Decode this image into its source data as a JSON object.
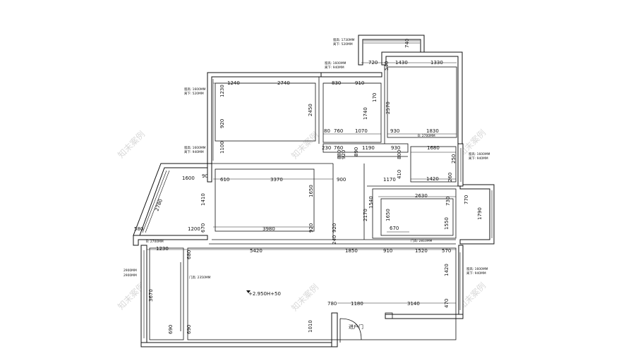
{
  "watermark": {
    "text": "知末案例"
  },
  "elevation": {
    "text": "+2.950H+50"
  },
  "entrance": {
    "label": "进户门"
  },
  "window_notes": [
    {
      "l1": "窗高: 1730MM",
      "l2": "离下: 520MM"
    },
    {
      "l1": "窗高: 1600MM",
      "l2": "离下: 940MM"
    },
    {
      "l1": "窗高: 1600MM",
      "l2": "离下: 520MM"
    },
    {
      "l1": "窗高: 1600MM",
      "l2": "离下: 940MM"
    },
    {
      "l1": "窗高: 1600MM",
      "l2": "离下: 940MM"
    },
    {
      "l1": "窗高: 1600MM",
      "l2": "离下: 940MM"
    },
    {
      "l1": "B: 2700MM",
      "l2": ""
    },
    {
      "l1": "B: 2700MM",
      "l2": ""
    },
    {
      "l1": "2900MM",
      "l2": "2900MM"
    }
  ],
  "door_notes": [
    {
      "text": "门高: 2350MM"
    },
    {
      "text": "门高: 2810MM"
    }
  ],
  "dims": [
    {
      "t": "740"
    },
    {
      "t": "720"
    },
    {
      "t": "1430"
    },
    {
      "t": "1330"
    },
    {
      "t": "540"
    },
    {
      "t": "1240"
    },
    {
      "t": "2740"
    },
    {
      "t": "830"
    },
    {
      "t": "910"
    },
    {
      "t": "1230"
    },
    {
      "t": "2450"
    },
    {
      "t": "2570"
    },
    {
      "t": "170"
    },
    {
      "t": "1740"
    },
    {
      "t": "920"
    },
    {
      "t": "80"
    },
    {
      "t": "760"
    },
    {
      "t": "1070"
    },
    {
      "t": "930"
    },
    {
      "t": "1830"
    },
    {
      "t": "1100"
    },
    {
      "t": "230"
    },
    {
      "t": "760"
    },
    {
      "t": "1190"
    },
    {
      "t": "930"
    },
    {
      "t": "1680"
    },
    {
      "t": "890"
    },
    {
      "t": "880"
    },
    {
      "t": "920"
    },
    {
      "t": "800"
    },
    {
      "t": "250"
    },
    {
      "t": "260"
    },
    {
      "t": "1600"
    },
    {
      "t": "90"
    },
    {
      "t": "610"
    },
    {
      "t": "3370"
    },
    {
      "t": "900"
    },
    {
      "t": "410"
    },
    {
      "t": "1420"
    },
    {
      "t": "1170"
    },
    {
      "t": "2780"
    },
    {
      "t": "1410"
    },
    {
      "t": "1650"
    },
    {
      "t": "1540"
    },
    {
      "t": "2630"
    },
    {
      "t": "730"
    },
    {
      "t": "770"
    },
    {
      "t": "1790"
    },
    {
      "t": "2170"
    },
    {
      "t": "1650"
    },
    {
      "t": "1550"
    },
    {
      "t": "670"
    },
    {
      "t": "1200"
    },
    {
      "t": "3980"
    },
    {
      "t": "920"
    },
    {
      "t": "920"
    },
    {
      "t": "670"
    },
    {
      "t": "580"
    },
    {
      "t": "1230"
    },
    {
      "t": "5420"
    },
    {
      "t": "1850"
    },
    {
      "t": "910"
    },
    {
      "t": "1520"
    },
    {
      "t": "570"
    },
    {
      "t": "680"
    },
    {
      "t": "1420"
    },
    {
      "t": "3670"
    },
    {
      "t": "780"
    },
    {
      "t": "1180"
    },
    {
      "t": "3140"
    },
    {
      "t": "470"
    },
    {
      "t": "690"
    },
    {
      "t": "690"
    },
    {
      "t": "1010"
    },
    {
      "t": "240"
    }
  ]
}
